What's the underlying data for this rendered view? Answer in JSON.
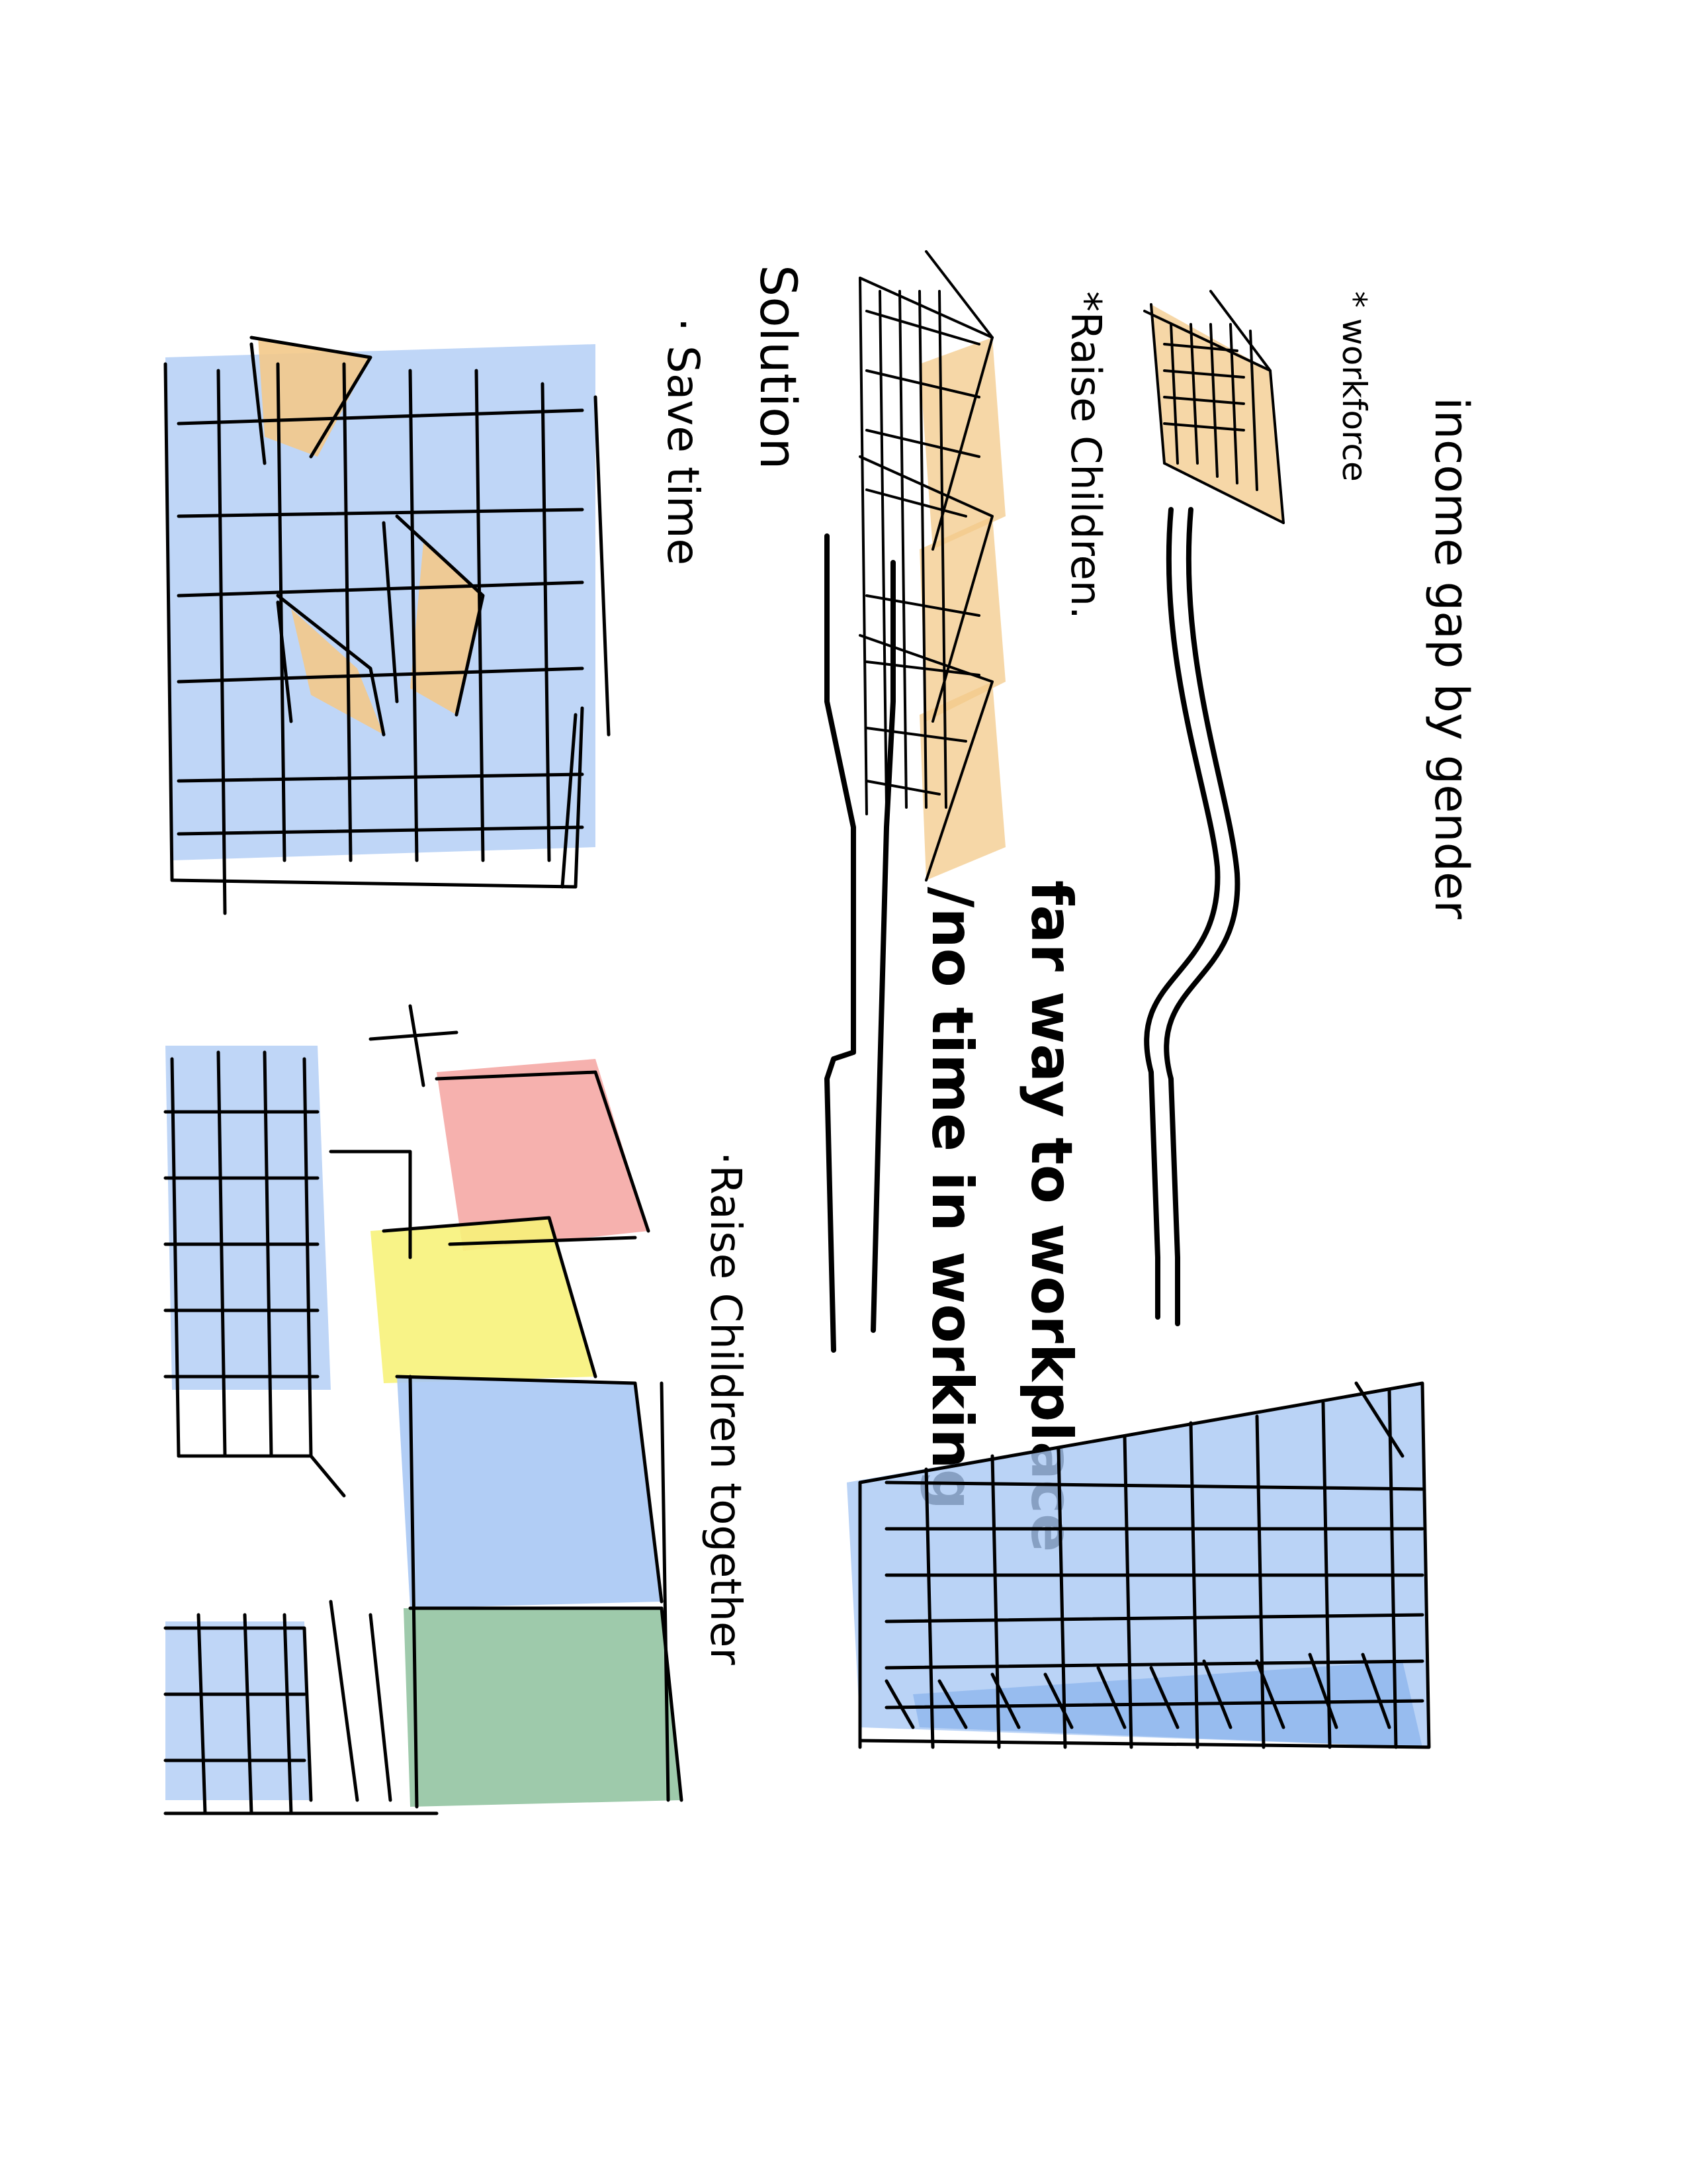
{
  "notes": {
    "title": "income gap by gender",
    "workforce": "* workforce",
    "raise_children": "*Raise Children.",
    "far_way": "far way to workplace",
    "no_time": "/no time in working",
    "solution": "Solution",
    "save_time": "· Save time",
    "raise_together": "·Raise Children together"
  },
  "colors": {
    "ink": "#000000",
    "blue": "#a9c8f4",
    "orange": "#f3c98a",
    "red": "#f4a3a0",
    "yellow": "#f7f27a",
    "green": "#93c4a2"
  }
}
